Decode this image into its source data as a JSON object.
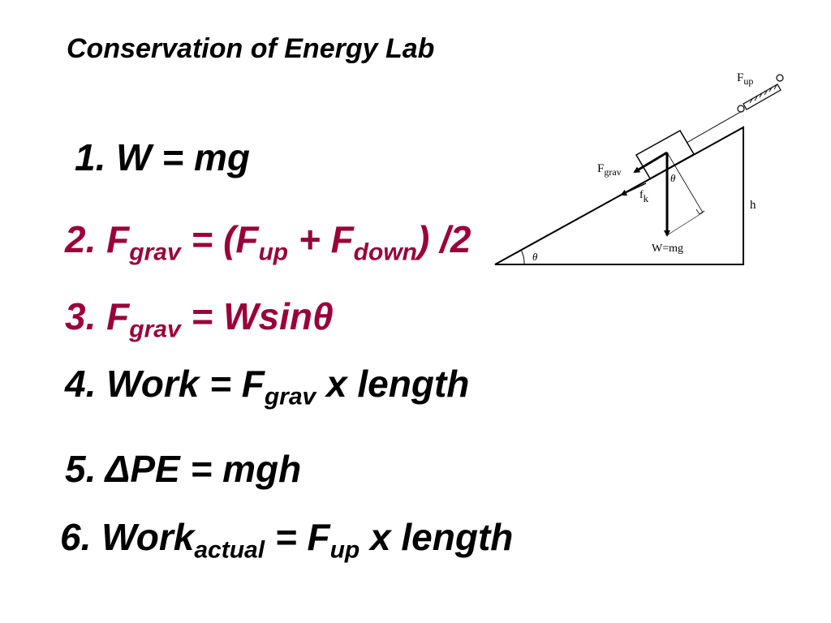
{
  "title": "Conservation of Energy Lab",
  "colors": {
    "black": "#000000",
    "maroon": "#99003a"
  },
  "equations": [
    {
      "num": "1.",
      "lhs": "W",
      "rhs": " = mg"
    },
    {
      "num": "2.",
      "p1": "F",
      "s1": "grav",
      "p2": " = (F",
      "s2": "up",
      "p3": " + F",
      "s3": "down",
      "p4": ") /2"
    },
    {
      "num": "3.",
      "p1": "F",
      "s1": "grav",
      "p2": " = Wsinθ"
    },
    {
      "num": "4.",
      "p1": " Work = F",
      "s1": "grav",
      "p2": " x length"
    },
    {
      "num": "5.",
      "p1": " ΔPE = mgh"
    },
    {
      "num": "6.",
      "p1": " Work",
      "s1": "actual",
      "p2": " = F",
      "s2": "up",
      "p3": " x length"
    }
  ],
  "diagram": {
    "fup_main": "F",
    "fup_sub": "up",
    "fgrav_main": "F",
    "fgrav_sub": "grav",
    "theta_block": "θ",
    "fk_main": "f",
    "fk_sub": "k",
    "h": "h",
    "weight": "W=mg",
    "theta_base": "θ"
  }
}
